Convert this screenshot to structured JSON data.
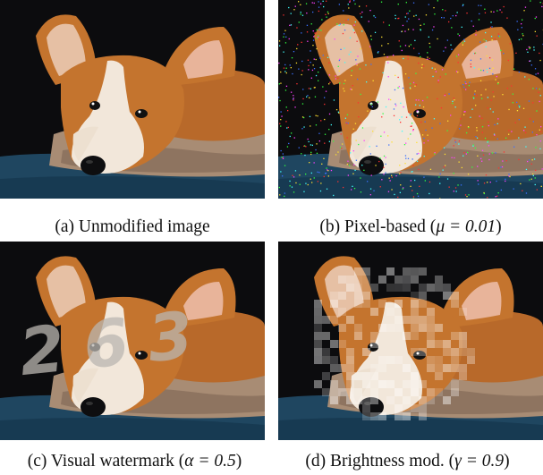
{
  "panels": [
    {
      "id": "a",
      "caption_prefix": "(a) Unmodified image",
      "math": "",
      "caption_suffix": ""
    },
    {
      "id": "b",
      "caption_prefix": "(b) Pixel-based (",
      "math": "μ = 0.01",
      "caption_suffix": ")"
    },
    {
      "id": "c",
      "caption_prefix": "(c) Visual watermark (",
      "math": "α = 0.5",
      "caption_suffix": ")"
    },
    {
      "id": "d",
      "caption_prefix": "(d) Brightness mod. (",
      "math": "γ = 0.9",
      "caption_suffix": ")"
    }
  ],
  "watermark_text": "263",
  "colors": {
    "background_dark": "#0c0c0e",
    "cushion_blue": "#1f4660",
    "fur_orange": "#c4742e",
    "fur_white": "#f2e7da",
    "bed_tan": "#a88c74",
    "watermark_gray": "#b9b5b0"
  }
}
